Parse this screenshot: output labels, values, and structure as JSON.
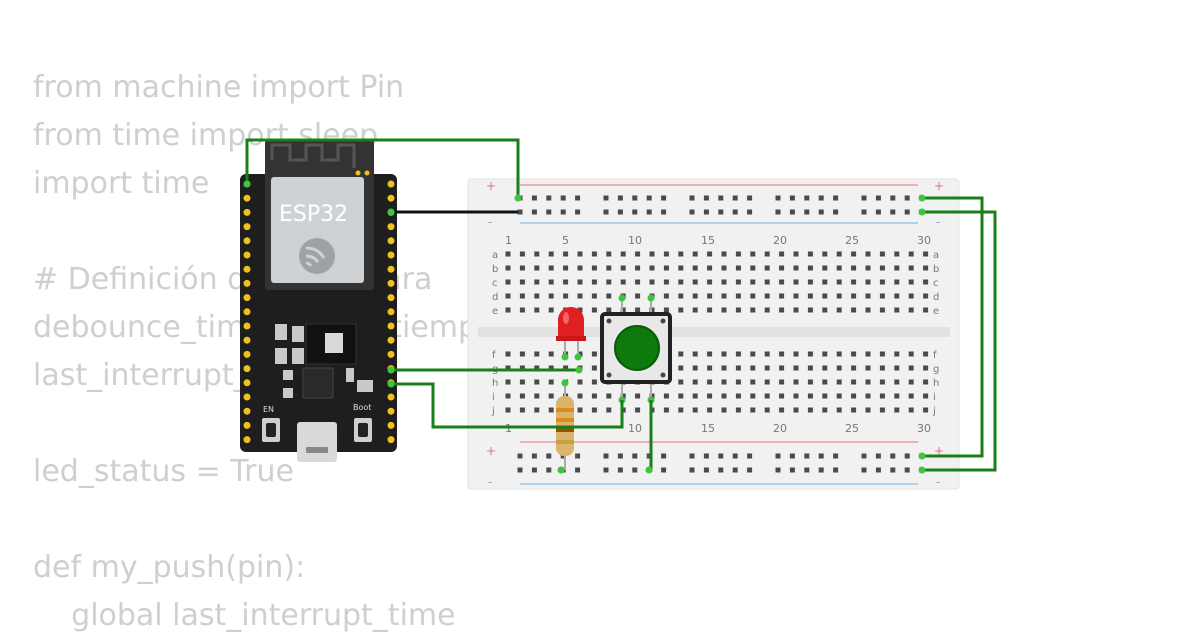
{
  "code": {
    "lines": [
      "from machine import Pin",
      "from time import sleep",
      "import time",
      "",
      "# Definición de pines para",
      "debounce_time = 0   # tiempo en ms",
      "last_interrupt_time = 0",
      "",
      "led_status = True",
      "",
      "def my_push(pin):",
      "    global last_interrupt_time"
    ]
  },
  "board": {
    "chip_label": "ESP32",
    "en_label": "EN",
    "boot_label": "Boot"
  },
  "breadboard": {
    "column_numbers": [
      "1",
      "5",
      "10",
      "15",
      "20",
      "25",
      "30"
    ],
    "rows_top": [
      "a",
      "b",
      "c",
      "d",
      "e"
    ],
    "rows_bottom": [
      "f",
      "g",
      "h",
      "i",
      "j"
    ],
    "plus": "+",
    "minus": "-"
  },
  "colors": {
    "wire_green": "#1a7f1a",
    "wire_black": "#111111",
    "led_red": "#e02020",
    "button_green": "#0d7a0d",
    "board_black": "#1e1e1e",
    "pin_gold": "#f2c01e",
    "breadboard": "#f1f1f1",
    "rail_red": "#e8a0a0",
    "rail_blue": "#9cc7e8"
  }
}
